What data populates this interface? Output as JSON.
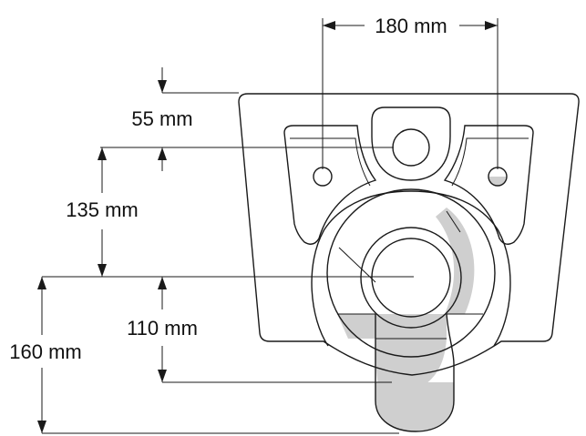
{
  "dimensions": {
    "top_width": "180 mm",
    "top_offset": "55 mm",
    "mid_height": "135 mm",
    "lower_height": "110 mm",
    "total_height": "160 mm"
  },
  "colors": {
    "line": "#1a1a1a",
    "shade": "#cfcfcf",
    "background": "#ffffff"
  }
}
